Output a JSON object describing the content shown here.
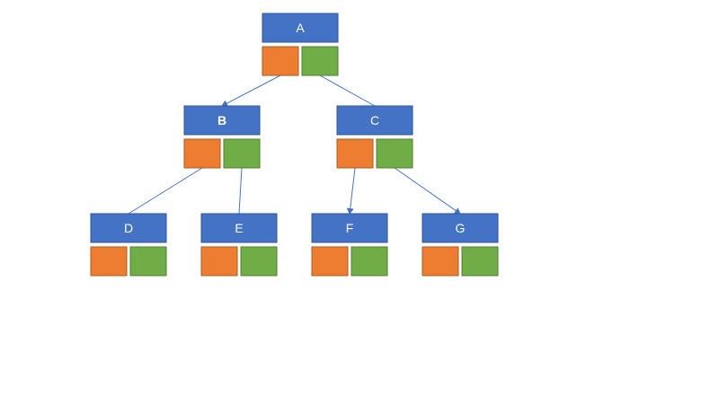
{
  "colors": {
    "node_fill": "#4472C4",
    "node_stroke": "#2F5597",
    "left_box": "#ED7D31",
    "left_box_stroke": "#AE5A21",
    "right_box": "#70AD47",
    "right_box_stroke": "#507E32",
    "edge": "#4472C4"
  },
  "nodes": [
    {
      "id": "A",
      "label": "A",
      "bold": false
    },
    {
      "id": "B",
      "label": "B",
      "bold": true
    },
    {
      "id": "C",
      "label": "C",
      "bold": false
    },
    {
      "id": "D",
      "label": "D",
      "bold": false
    },
    {
      "id": "E",
      "label": "E",
      "bold": false
    },
    {
      "id": "F",
      "label": "F",
      "bold": false
    },
    {
      "id": "G",
      "label": "G",
      "bold": false
    }
  ],
  "edges": [
    {
      "from": "A",
      "to": "B",
      "from_port": "left",
      "arrow": true
    },
    {
      "from": "A",
      "to": "C",
      "from_port": "right",
      "arrow": false
    },
    {
      "from": "B",
      "to": "D",
      "from_port": "left",
      "arrow": false
    },
    {
      "from": "B",
      "to": "E",
      "from_port": "right",
      "arrow": false
    },
    {
      "from": "C",
      "to": "F",
      "from_port": "left",
      "arrow": true
    },
    {
      "from": "C",
      "to": "G",
      "from_port": "right",
      "arrow": true
    }
  ]
}
